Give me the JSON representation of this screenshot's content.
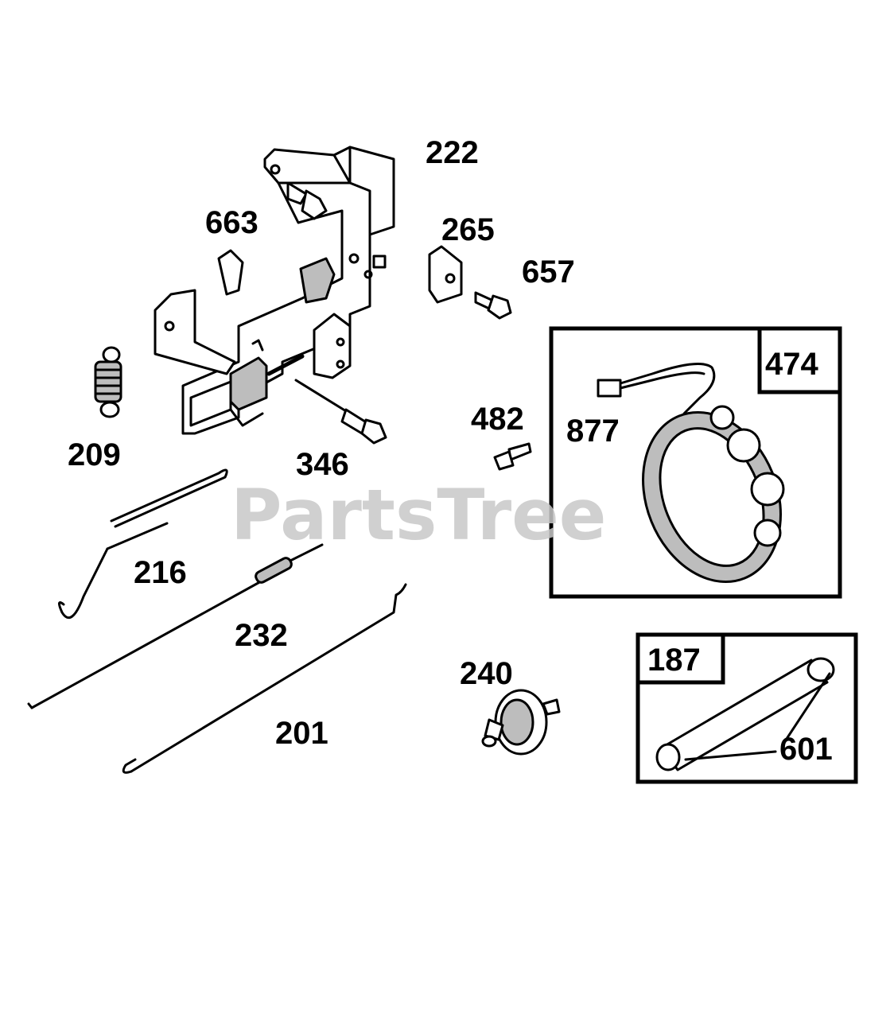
{
  "watermark": "PartsTree",
  "labels": {
    "p222": "222",
    "p663": "663",
    "p265": "265",
    "p657": "657",
    "p474": "474",
    "p877": "877",
    "p209": "209",
    "p482": "482",
    "p346": "346",
    "p216": "216",
    "p232": "232",
    "p240": "240",
    "p187": "187",
    "p201": "201",
    "p601": "601"
  },
  "colors": {
    "ink": "#000000",
    "watermark": "#c8c8c8",
    "background": "#ffffff"
  }
}
